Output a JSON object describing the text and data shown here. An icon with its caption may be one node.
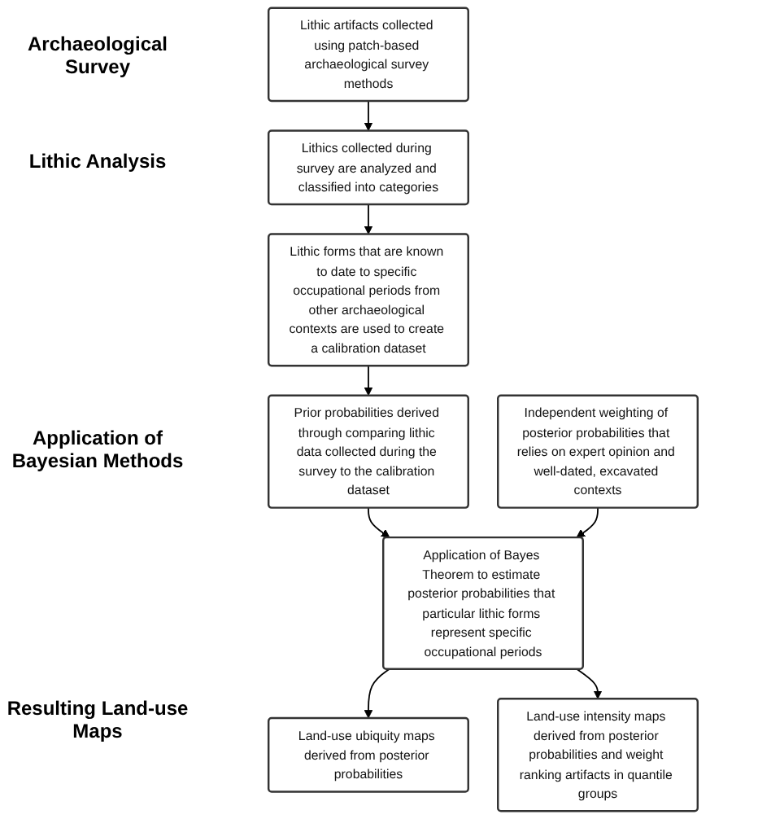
{
  "diagram": {
    "nodes": [
      {
        "text": [
          "Lithic artifacts collected using patch-based archaeological survey methods"
        ]
      },
      {
        "text": [
          "Lithics collected during survey are analyzed and classified into categories"
        ]
      },
      {
        "text": [
          "Lithic forms that are known to date to specific occupational periods from other archaeological contexts are used to create a calibration dataset"
        ]
      },
      {
        "text": [
          "Prior probabilities derived through comparing lithic data collected during the survey to the calibration dataset"
        ]
      },
      {
        "text": [
          "Application of Bayes Theorem to estimate posterior probabilities that particular lithic forms represent specific occupational periods"
        ]
      },
      {
        "text": [
          "Independent weighting of posterior probabilities that relies on expert opinion and well-dated, excavated contexts"
        ]
      },
      {
        "text": [
          "Land-use ubiquity maps derived from posterior probabilities"
        ]
      },
      {
        "text": [
          "Land-use intensity maps derived from posterior probabilities and weight ranking artifacts in quantile groups"
        ]
      }
    ],
    "edges": [
      {
        "from": 0,
        "to": 1,
        "arrow": "to"
      },
      {
        "from": 1,
        "to": 2,
        "arrow": "to"
      },
      {
        "from": 2,
        "to": 3,
        "arrow": "to"
      },
      {
        "from": 3,
        "to": 4,
        "arrow": "to"
      },
      {
        "from": 5,
        "to": 4,
        "arrow": "to"
      },
      {
        "from": 4,
        "to": 6,
        "arrow": "to"
      },
      {
        "from": 4,
        "to": 7,
        "arrow": "to"
      }
    ],
    "labels": [
      "Archaeological Survey",
      "Lithic Analysis",
      "Application of Bayesian Methods",
      "Resulting Land-use Maps"
    ]
  }
}
